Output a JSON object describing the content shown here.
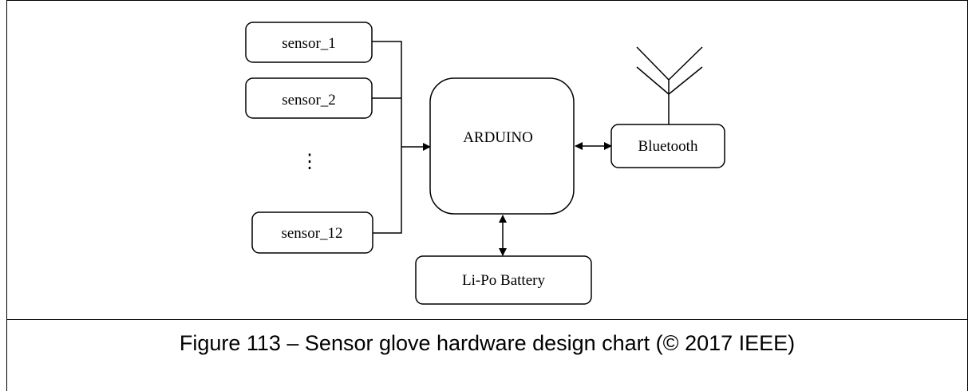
{
  "diagram": {
    "sensor_1": "sensor_1",
    "sensor_2": "sensor_2",
    "ellipsis": "⋮",
    "sensor_12": "sensor_12",
    "arduino": "ARDUINO",
    "bluetooth": "Bluetooth",
    "battery": "Li-Po Battery"
  },
  "caption": "Figure 113 – Sensor glove hardware design chart (© 2017 IEEE)"
}
